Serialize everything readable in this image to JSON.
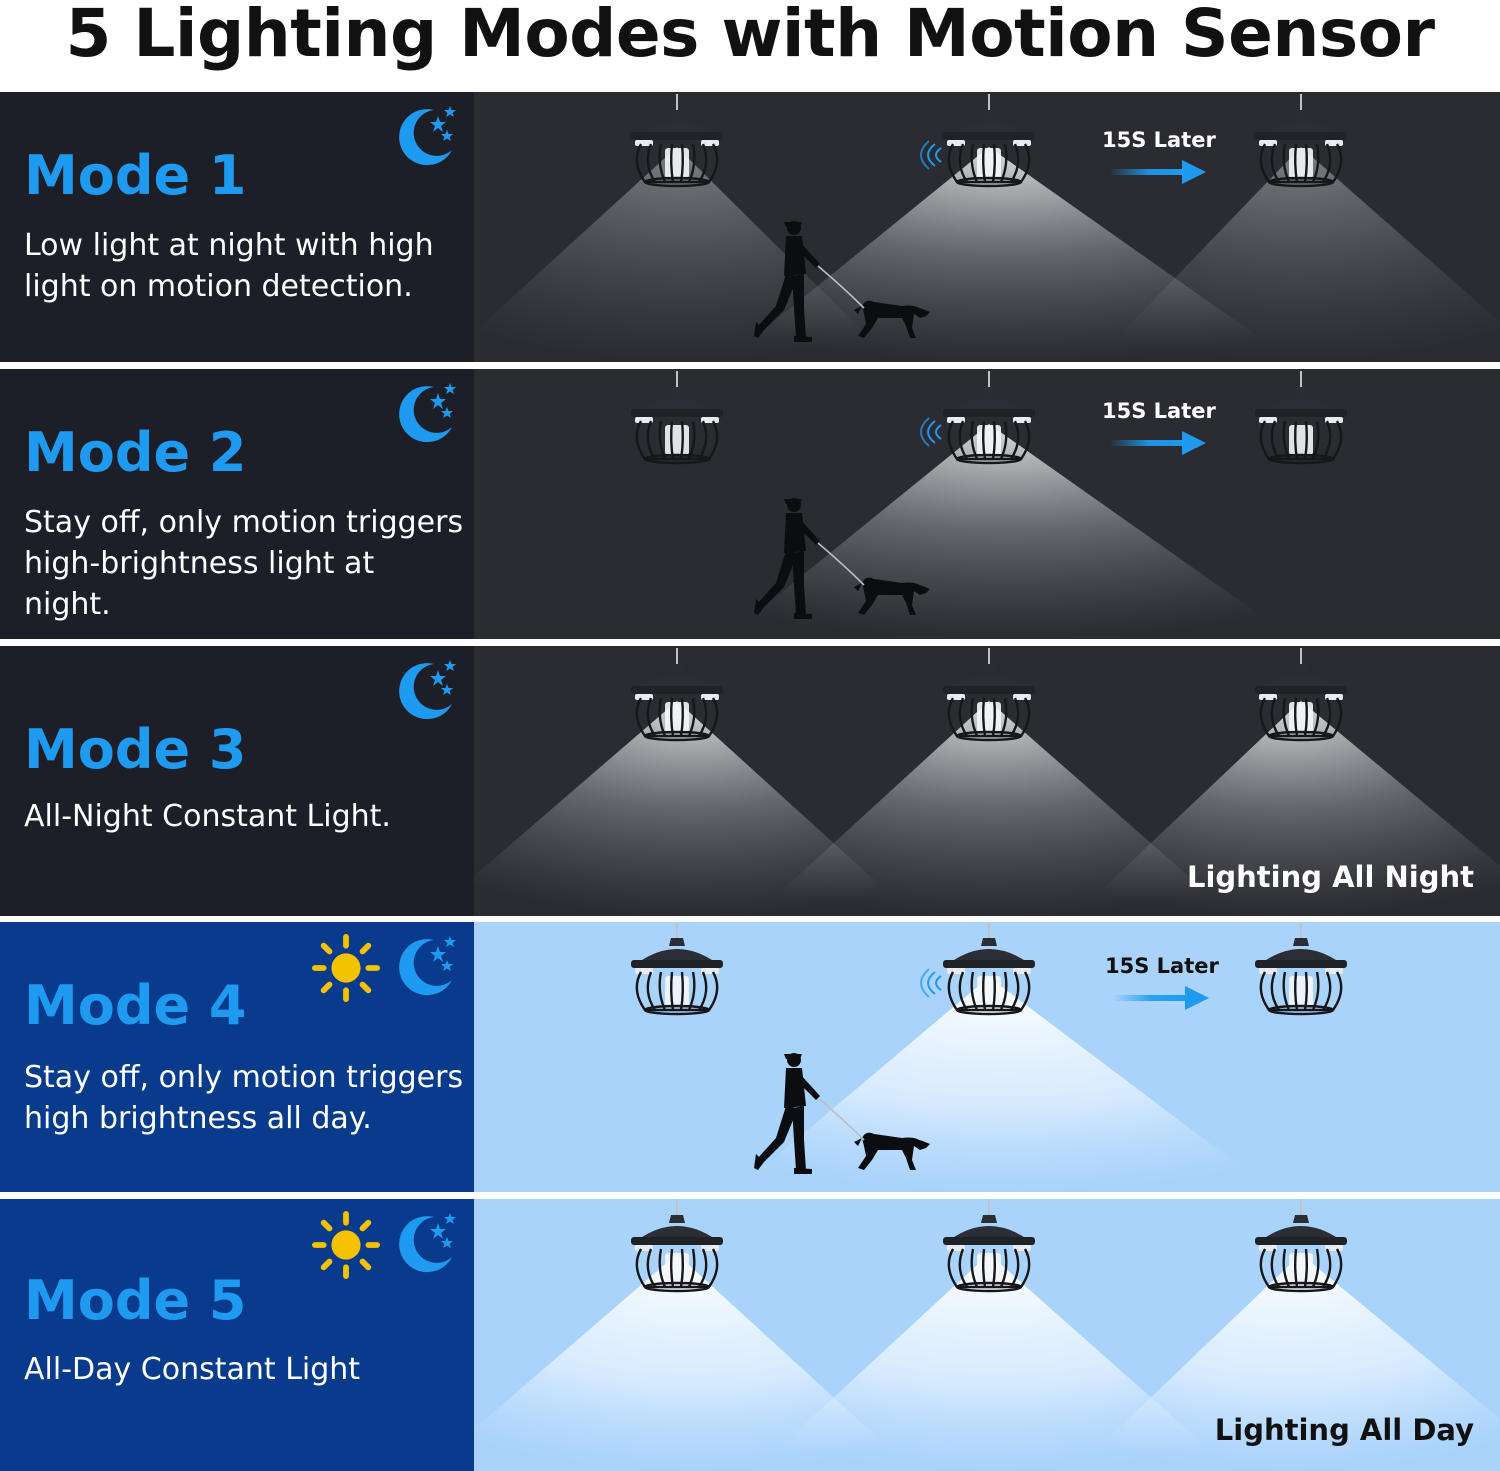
{
  "page_title": "5 Lighting Modes with Motion Sensor",
  "colors": {
    "night_panel": "#1c1f27",
    "day_panel": "#083b8c",
    "mode_title": "#1e9bf0",
    "arrow": "#1e9bf0",
    "sun": "#f5c200"
  },
  "modes": [
    {
      "title": "Mode 1",
      "description": "Low light at night with high light on motion detection.",
      "icons": [
        "moon-icon"
      ],
      "later_label": "15S Later"
    },
    {
      "title": "Mode 2",
      "description": "Stay off, only motion triggers high-brightness light at night.",
      "icons": [
        "moon-icon"
      ],
      "later_label": "15S Later"
    },
    {
      "title": "Mode 3",
      "description": "All-Night Constant Light.",
      "icons": [
        "moon-icon"
      ],
      "caption": "Lighting All Night"
    },
    {
      "title": "Mode 4",
      "description": "Stay off, only motion triggers high brightness all day.",
      "icons": [
        "sun-icon",
        "moon-icon"
      ],
      "later_label": "15S Later"
    },
    {
      "title": "Mode 5",
      "description": "All-Day Constant Light",
      "icons": [
        "sun-icon",
        "moon-icon"
      ],
      "caption": "Lighting All Day"
    }
  ]
}
